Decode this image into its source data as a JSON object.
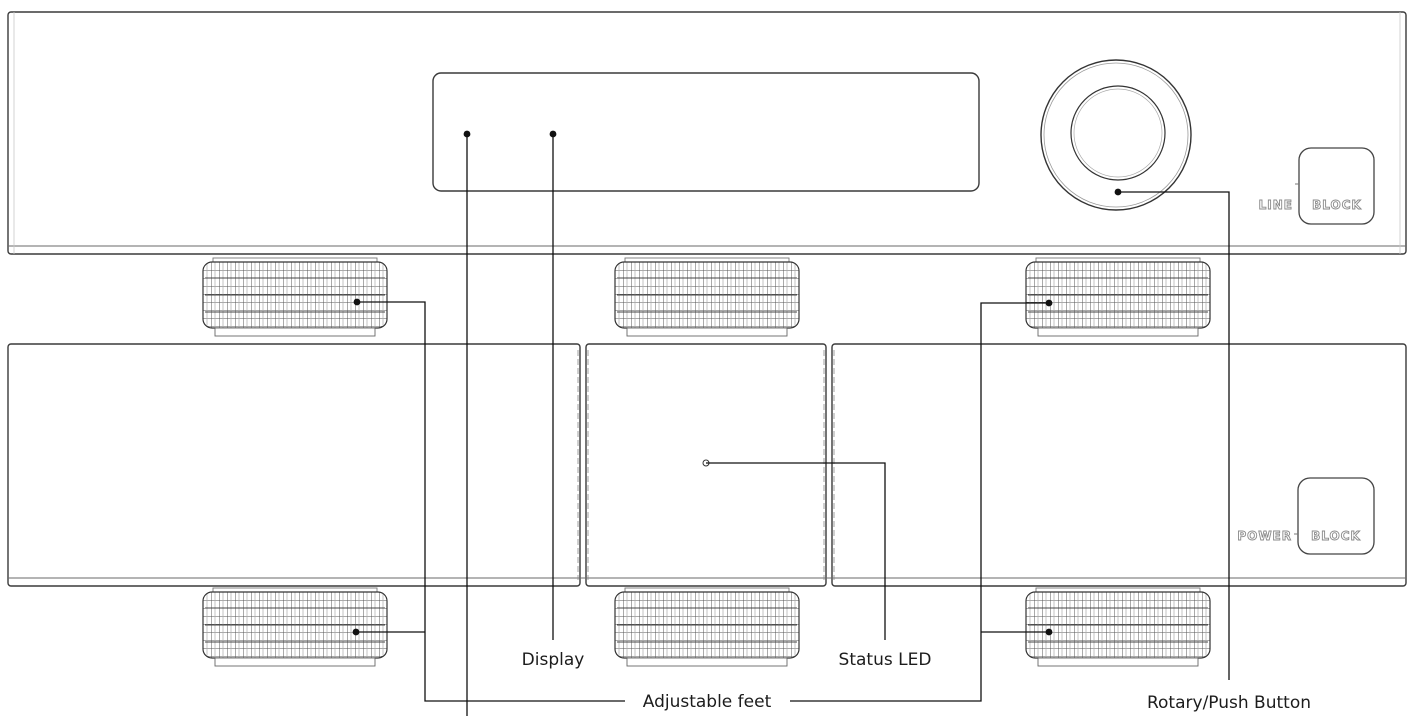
{
  "labels": {
    "display": "Display",
    "status_led": "Status LED",
    "adjustable_feet": "Adjustable feet",
    "rotary_push_button": "Rotary/Push Button"
  },
  "branding": {
    "top_left": "LINE",
    "top_right": "BLOCK",
    "bottom_left": "POWER",
    "bottom_right": "BLOCK"
  },
  "colors": {
    "outline": "#3a3a3a",
    "leader": "#111111",
    "background": "#ffffff"
  }
}
